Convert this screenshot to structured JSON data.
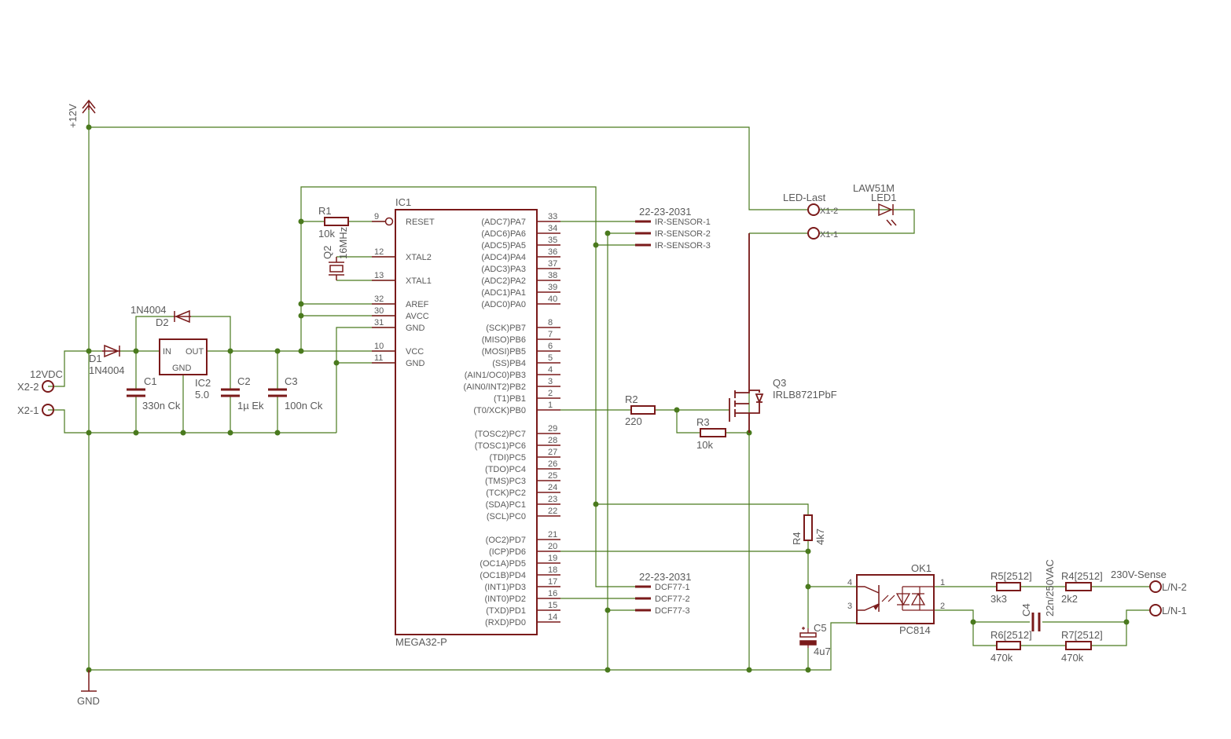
{
  "colors": {
    "wire": "#4a7a1e",
    "part": "#7a1a1a",
    "text": "#5a5a5a",
    "background": "#ffffff"
  },
  "supply": {
    "vcc": "+12V",
    "gnd": "GND"
  },
  "input": {
    "x2_2": "X2-2",
    "x2_1": "X2-1",
    "rating": "12VDC"
  },
  "d1": {
    "name": "D1",
    "value": "1N4004"
  },
  "d2": {
    "name": "D2",
    "value": "1N4004"
  },
  "ic2": {
    "name": "IC2",
    "value": "5.0",
    "in": "IN",
    "out": "OUT",
    "gnd": "GND"
  },
  "c1": {
    "name": "C1",
    "value": "330n Ck"
  },
  "c2": {
    "name": "C2",
    "value": "1µ Ek"
  },
  "c3": {
    "name": "C3",
    "value": "100n Ck"
  },
  "r1": {
    "name": "R1",
    "value": "10k"
  },
  "q2": {
    "name": "Q2",
    "value": "16MHz"
  },
  "ic1": {
    "name": "IC1",
    "part": "MEGA32-P",
    "left_pins": [
      {
        "num": "9",
        "label": "RESET"
      },
      {
        "num": "12",
        "label": "XTAL2"
      },
      {
        "num": "13",
        "label": "XTAL1"
      },
      {
        "num": "32",
        "label": "AREF"
      },
      {
        "num": "30",
        "label": "AVCC"
      },
      {
        "num": "31",
        "label": "GND"
      },
      {
        "num": "10",
        "label": "VCC"
      },
      {
        "num": "11",
        "label": "GND"
      }
    ],
    "right_pins": [
      {
        "num": "33",
        "label": "(ADC7)PA7"
      },
      {
        "num": "34",
        "label": "(ADC6)PA6"
      },
      {
        "num": "35",
        "label": "(ADC5)PA5"
      },
      {
        "num": "36",
        "label": "(ADC4)PA4"
      },
      {
        "num": "37",
        "label": "(ADC3)PA3"
      },
      {
        "num": "38",
        "label": "(ADC2)PA2"
      },
      {
        "num": "39",
        "label": "(ADC1)PA1"
      },
      {
        "num": "40",
        "label": "(ADC0)PA0"
      },
      {
        "num": "8",
        "label": "(SCK)PB7"
      },
      {
        "num": "7",
        "label": "(MISO)PB6"
      },
      {
        "num": "6",
        "label": "(MOSI)PB5"
      },
      {
        "num": "5",
        "label": "(SS)PB4"
      },
      {
        "num": "4",
        "label": "(AIN1/OC0)PB3"
      },
      {
        "num": "3",
        "label": "(AIN0/INT2)PB2"
      },
      {
        "num": "2",
        "label": "(T1)PB1"
      },
      {
        "num": "1",
        "label": "(T0/XCK)PB0"
      },
      {
        "num": "29",
        "label": "(TOSC2)PC7"
      },
      {
        "num": "28",
        "label": "(TOSC1)PC6"
      },
      {
        "num": "27",
        "label": "(TDI)PC5"
      },
      {
        "num": "26",
        "label": "(TDO)PC4"
      },
      {
        "num": "25",
        "label": "(TMS)PC3"
      },
      {
        "num": "24",
        "label": "(TCK)PC2"
      },
      {
        "num": "23",
        "label": "(SDA)PC1"
      },
      {
        "num": "22",
        "label": "(SCL)PC0"
      },
      {
        "num": "21",
        "label": "(OC2)PD7"
      },
      {
        "num": "20",
        "label": "(ICP)PD6"
      },
      {
        "num": "19",
        "label": "(OC1A)PD5"
      },
      {
        "num": "18",
        "label": "(OC1B)PD4"
      },
      {
        "num": "17",
        "label": "(INT1)PD3"
      },
      {
        "num": "16",
        "label": "(INT0)PD2"
      },
      {
        "num": "15",
        "label": "(TXD)PD1"
      },
      {
        "num": "14",
        "label": "(RXD)PD0"
      }
    ]
  },
  "ir_conn": {
    "part": "22-23-2031",
    "pins": [
      "IR-SENSOR-1",
      "IR-SENSOR-2",
      "IR-SENSOR-3"
    ]
  },
  "dcf_conn": {
    "part": "22-23-2031",
    "pins": [
      "DCF77-1",
      "DCF77-2",
      "DCF77-3"
    ]
  },
  "led": {
    "net": "LED-Last",
    "x1_2": "X1-2",
    "x1_1": "X1-1",
    "name": "LED1",
    "value": "LAW51M"
  },
  "q3": {
    "name": "Q3",
    "value": "IRLB8721PbF"
  },
  "r2": {
    "name": "R2",
    "value": "220"
  },
  "r3": {
    "name": "R3",
    "value": "10k"
  },
  "r4": {
    "name": "R4",
    "value": "4k7"
  },
  "c5": {
    "name": "C5",
    "value": "4u7"
  },
  "ok1": {
    "name": "OK1",
    "value": "PC814",
    "p1": "1",
    "p2": "2",
    "p3": "3",
    "p4": "4"
  },
  "r5": {
    "name": "R5[2512]",
    "value": "3k3"
  },
  "r4b": {
    "name": "R4[2512]",
    "value": "2k2"
  },
  "r6": {
    "name": "R6[2512]",
    "value": "470k"
  },
  "r7": {
    "name": "R7[2512]",
    "value": "470k"
  },
  "c4": {
    "name": "C4",
    "value": "22n/250VAC"
  },
  "mains": {
    "net": "230V-Sense",
    "l2": "L/N-2",
    "l1": "L/N-1"
  }
}
